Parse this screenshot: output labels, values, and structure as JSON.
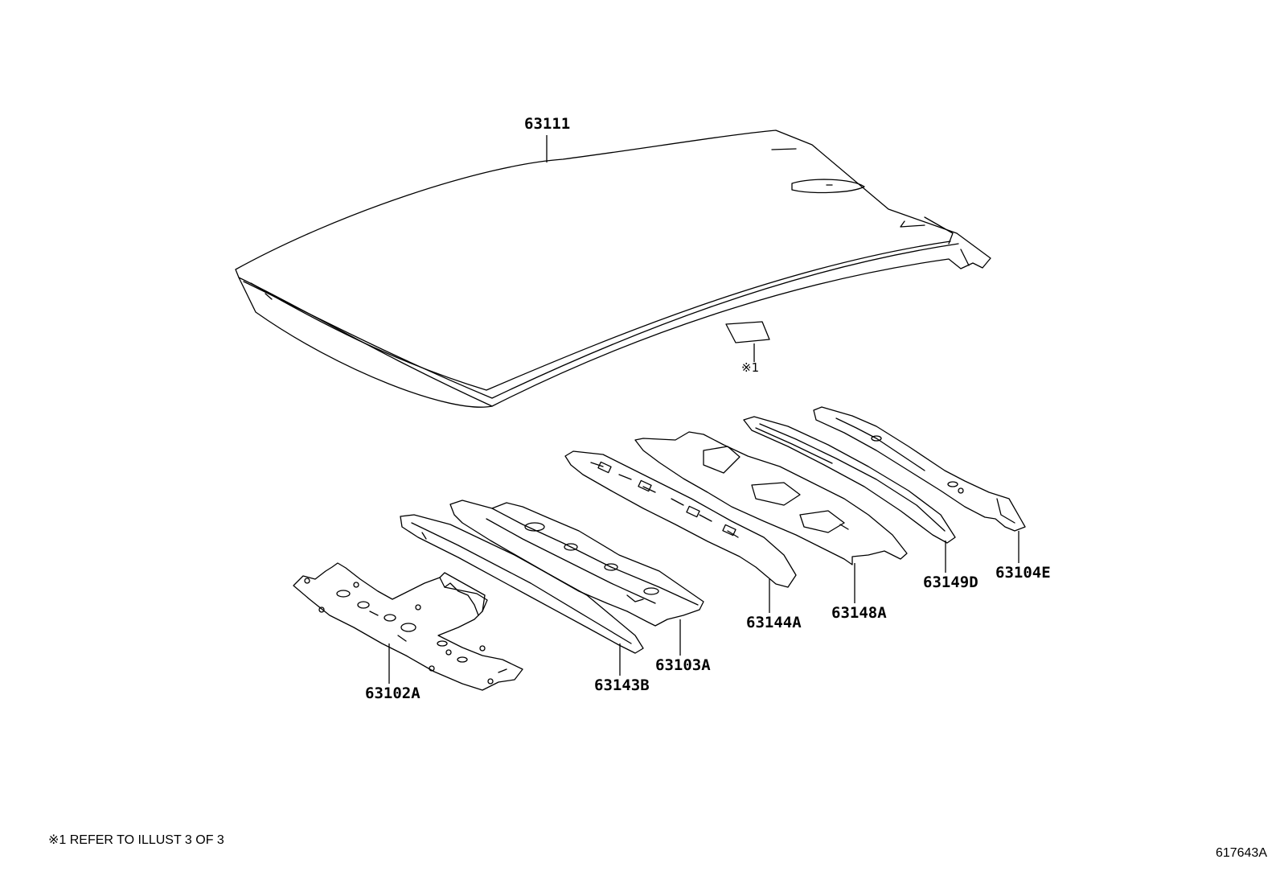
{
  "parts": [
    {
      "id": "roof-panel",
      "label": "63111"
    },
    {
      "id": "ref-note-marker",
      "label": "※1"
    },
    {
      "id": "front-roof-panel-reinforcement",
      "label": "63102A"
    },
    {
      "id": "roof-panel-reinforcement-front",
      "label": "63143B"
    },
    {
      "id": "front-roof-header-panel",
      "label": "63103A"
    },
    {
      "id": "roof-panel-reinforcement-center",
      "label": "63144A"
    },
    {
      "id": "roof-panel-reinforcement-center-2",
      "label": "63148A"
    },
    {
      "id": "roof-panel-reinforcement-rear",
      "label": "63149D"
    },
    {
      "id": "rear-roof-header-panel",
      "label": "63104E"
    }
  ],
  "footnote": "※1 REFER TO ILLUST 3 OF 3",
  "illustration_code": "617643A"
}
